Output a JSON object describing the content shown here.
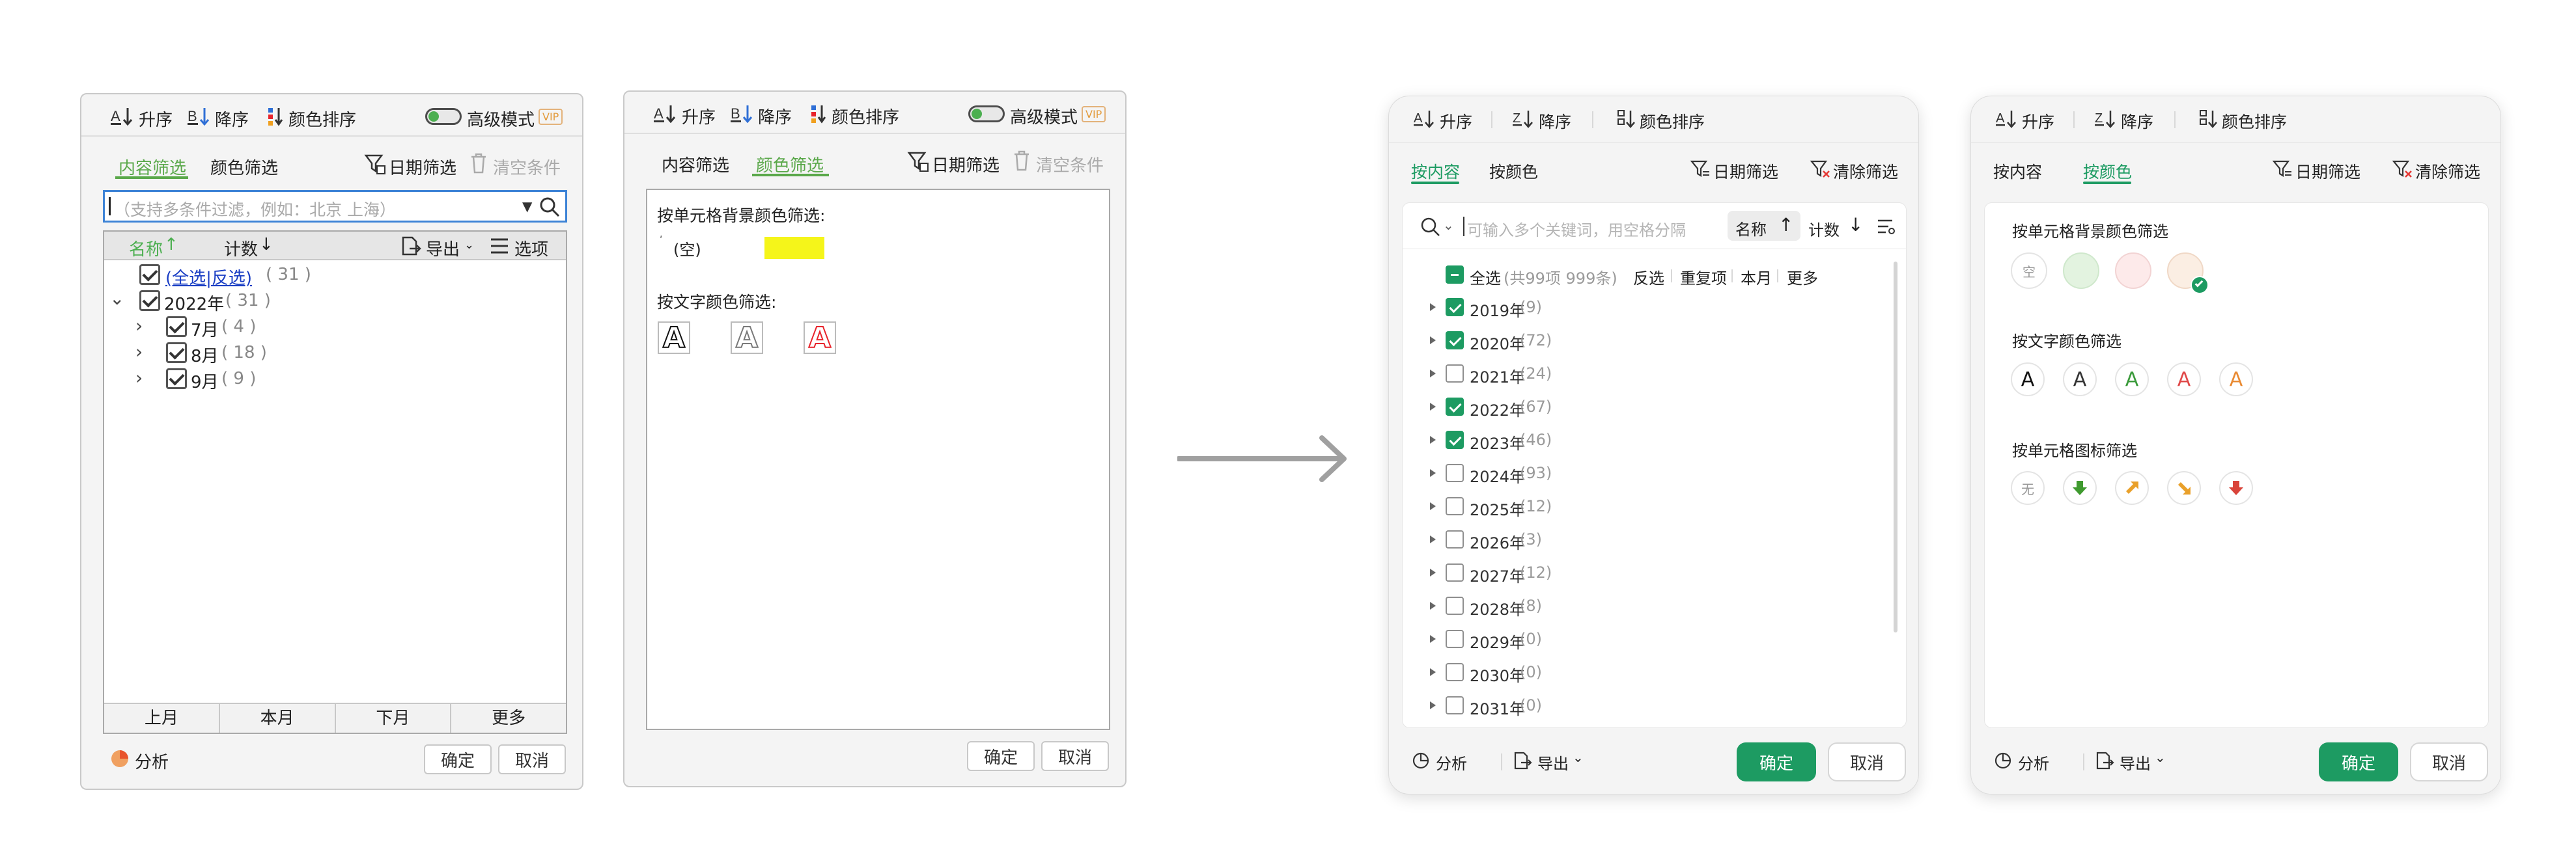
{
  "panel1": {
    "toolbar": {
      "asc": "升序",
      "desc": "降序",
      "color_sort": "颜色排序",
      "advanced": "高级模式",
      "vip": "VIP"
    },
    "tabs": {
      "content": "内容筛选",
      "color": "颜色筛选"
    },
    "actions": {
      "date": "日期筛选",
      "clear": "清空条件"
    },
    "search_placeholder": "（支持多条件过滤，例如：北京  上海）",
    "columns": {
      "name": "名称",
      "count": "计数",
      "export": "导出",
      "options": "选项"
    },
    "tree": [
      {
        "text": "(全选|反选)",
        "count": "( 31 )"
      },
      {
        "text": "2022年",
        "count": "( 31 )"
      },
      {
        "text": "7月",
        "count": "( 4 )"
      },
      {
        "text": "8月",
        "count": "( 18 )"
      },
      {
        "text": "9月",
        "count": "( 9 )"
      }
    ],
    "quick": [
      "上月",
      "本月",
      "下月",
      "更多"
    ],
    "analysis": "分析",
    "ok": "确定",
    "cancel": "取消"
  },
  "panel2": {
    "toolbar": {
      "asc": "升序",
      "desc": "降序",
      "color_sort": "颜色排序",
      "advanced": "高级模式",
      "vip": "VIP"
    },
    "tabs": {
      "content": "内容筛选",
      "color": "颜色筛选"
    },
    "actions": {
      "date": "日期筛选",
      "clear": "清空条件"
    },
    "bg_label": "按单元格背景颜色筛选:",
    "empty": "(空)",
    "bg_swatch": "#f5f51a",
    "font_label": "按文字颜色筛选:",
    "letter": "A",
    "font_colors": [
      "#111111",
      "#7a7a7a",
      "#e8242c"
    ],
    "ok": "确定",
    "cancel": "取消"
  },
  "panel3": {
    "toolbar": {
      "asc": "升序",
      "desc": "降序",
      "color_sort": "颜色排序"
    },
    "tabs": {
      "content": "按内容",
      "color": "按颜色"
    },
    "actions": {
      "date": "日期筛选",
      "clear": "清除筛选"
    },
    "search_placeholder": "可输入多个关键词，用空格分隔",
    "sort_name": "名称",
    "sort_count": "计数",
    "select_all": "全选",
    "select_all_count": "(共99项 999条)",
    "links": [
      "反选",
      "重复项",
      "本月",
      "更多"
    ],
    "years": [
      {
        "label": "2019年",
        "count": "(9)",
        "checked": true
      },
      {
        "label": "2020年",
        "count": "(72)",
        "checked": true
      },
      {
        "label": "2021年",
        "count": "(24)",
        "checked": false
      },
      {
        "label": "2022年",
        "count": "(67)",
        "checked": true
      },
      {
        "label": "2023年",
        "count": "(46)",
        "checked": true
      },
      {
        "label": "2024年",
        "count": "(93)",
        "checked": false
      },
      {
        "label": "2025年",
        "count": "(12)",
        "checked": false
      },
      {
        "label": "2026年",
        "count": "(3)",
        "checked": false
      },
      {
        "label": "2027年",
        "count": "(12)",
        "checked": false
      },
      {
        "label": "2028年",
        "count": "(8)",
        "checked": false
      },
      {
        "label": "2029年",
        "count": "(0)",
        "checked": false
      },
      {
        "label": "2030年",
        "count": "(0)",
        "checked": false
      },
      {
        "label": "2031年",
        "count": "(0)",
        "checked": false
      }
    ],
    "analysis": "分析",
    "export": "导出",
    "ok": "确定",
    "cancel": "取消"
  },
  "panel4": {
    "toolbar": {
      "asc": "升序",
      "desc": "降序",
      "color_sort": "颜色排序"
    },
    "tabs": {
      "content": "按内容",
      "color": "按颜色"
    },
    "actions": {
      "date": "日期筛选",
      "clear": "清除筛选"
    },
    "bg_label": "按单元格背景颜色筛选",
    "empty": "空",
    "bg_colors": [
      "#e3f3e0",
      "#fdeaea",
      "#fbeee3"
    ],
    "font_label": "按文字颜色筛选",
    "letter": "A",
    "font_colors": [
      "#111111",
      "#333333",
      "#3a9a3a",
      "#e04848",
      "#e98a32"
    ],
    "icon_label": "按单元格图标筛选",
    "none": "无",
    "icon_names": [
      "arrow-down-green-icon",
      "arrow-up-right-orange-icon",
      "arrow-down-right-orange-icon",
      "arrow-down-red-icon"
    ],
    "analysis": "分析",
    "export": "导出",
    "ok": "确定",
    "cancel": "取消"
  },
  "colors": {
    "green": "#1d9b62",
    "old_green": "#4caf50",
    "old_tab_green": "#5aa84a",
    "check_green": "#1d9b62"
  }
}
